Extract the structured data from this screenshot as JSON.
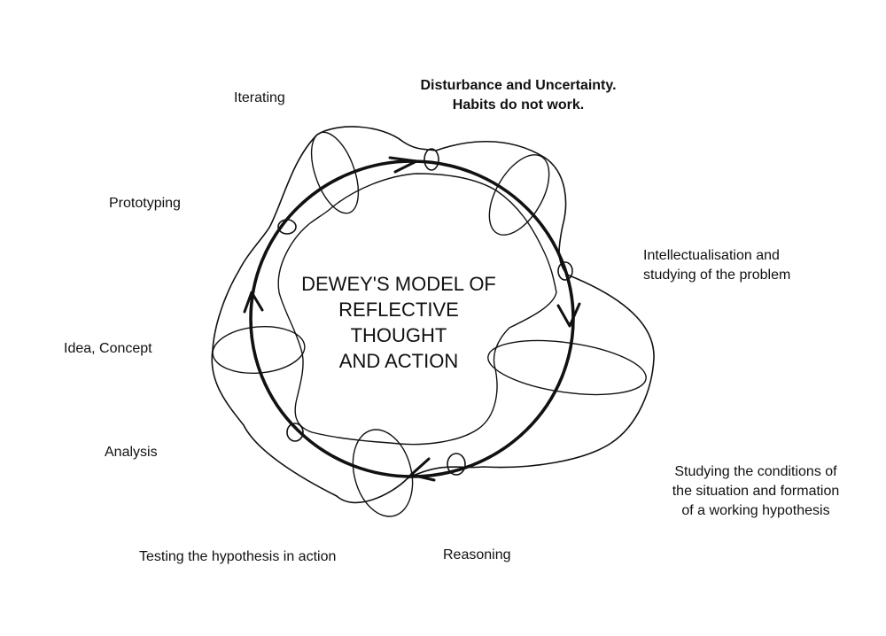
{
  "title_lines": [
    "DEWEY'S MODEL OF",
    "REFLECTIVE THOUGHT",
    "AND ACTION"
  ],
  "labels": {
    "iterating": "Iterating",
    "disturbance": [
      "Disturbance and Uncertainty.",
      "Habits do not work."
    ],
    "prototyping": "Prototyping",
    "intellectualisation": [
      "Intellectualisation and",
      "studying of the problem"
    ],
    "idea_concept": "Idea, Concept",
    "analysis": "Analysis",
    "studying_conditions": [
      "Studying the conditions of",
      "the situation and formation",
      "of a working hypothesis"
    ],
    "testing": "Testing the hypothesis in action",
    "reasoning": "Reasoning"
  },
  "colors": {
    "ink": "#111111",
    "background": "#ffffff"
  }
}
